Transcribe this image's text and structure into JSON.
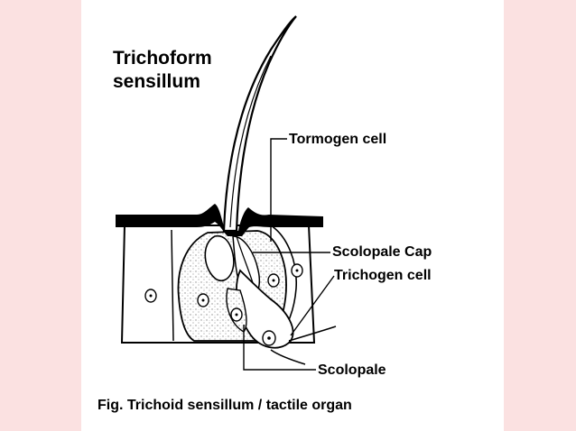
{
  "diagram": {
    "title_line1": "Trichoform",
    "title_line2": "sensillum",
    "labels": {
      "tormogen": "Tormogen cell",
      "scolopale_cap": "Scolopale Cap",
      "trichogen": "Trichogen cell",
      "scolopale": "Scolopale"
    },
    "caption": "Fig. Trichoid sensillum / tactile organ"
  },
  "colors": {
    "background": "#fbe1e1",
    "panel": "#ffffff",
    "ink": "#000000",
    "stipple": "#a9a9a9"
  }
}
